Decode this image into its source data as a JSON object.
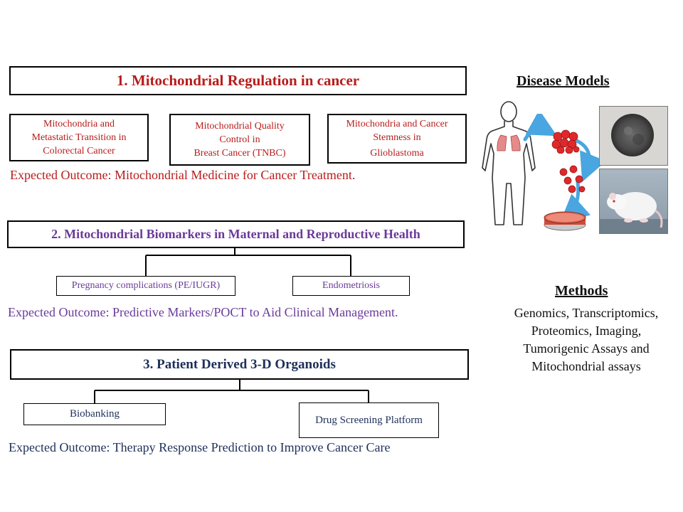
{
  "section1": {
    "title": "1. Mitochondrial Regulation in cancer",
    "boxes": [
      [
        "Mitochondria and",
        "Metastatic Transition in",
        "Colorectal Cancer"
      ],
      [
        "Mitochondrial Quality",
        "Control in",
        "Breast Cancer (TNBC)"
      ],
      [
        "Mitochondria and Cancer",
        "Stemness in",
        "Glioblastoma"
      ]
    ],
    "outcome": "Expected Outcome: Mitochondrial Medicine for Cancer Treatment."
  },
  "section2": {
    "title": "2. Mitochondrial Biomarkers in Maternal and Reproductive Health",
    "boxes": [
      "Pregnancy complications (PE/IUGR)",
      "Endometriosis"
    ],
    "outcome": "Expected Outcome: Predictive Markers/POCT to Aid Clinical Management."
  },
  "section3": {
    "title": "3. Patient Derived 3-D Organoids",
    "boxes": [
      "Biobanking",
      "Drug Screening Platform"
    ],
    "outcome": "Expected Outcome:  Therapy Response Prediction to Improve Cancer Care"
  },
  "disease_models": {
    "heading": "Disease Models",
    "icons": [
      "human-body-icon",
      "cell-cluster-icon",
      "cells-icon",
      "petri-dish-icon",
      "organoid-photo",
      "mouse-photo",
      "curved-arrow-icon"
    ]
  },
  "methods": {
    "heading": "Methods",
    "lines": [
      "Genomics, Transcriptomics,",
      "Proteomics, Imaging,",
      "Tumorigenic Assays and",
      "Mitochondrial assays"
    ]
  },
  "colors": {
    "red": "#b81c1c",
    "purple": "#6a3a9a",
    "navy": "#1e2f5a",
    "cell_red": "#e0282a"
  }
}
